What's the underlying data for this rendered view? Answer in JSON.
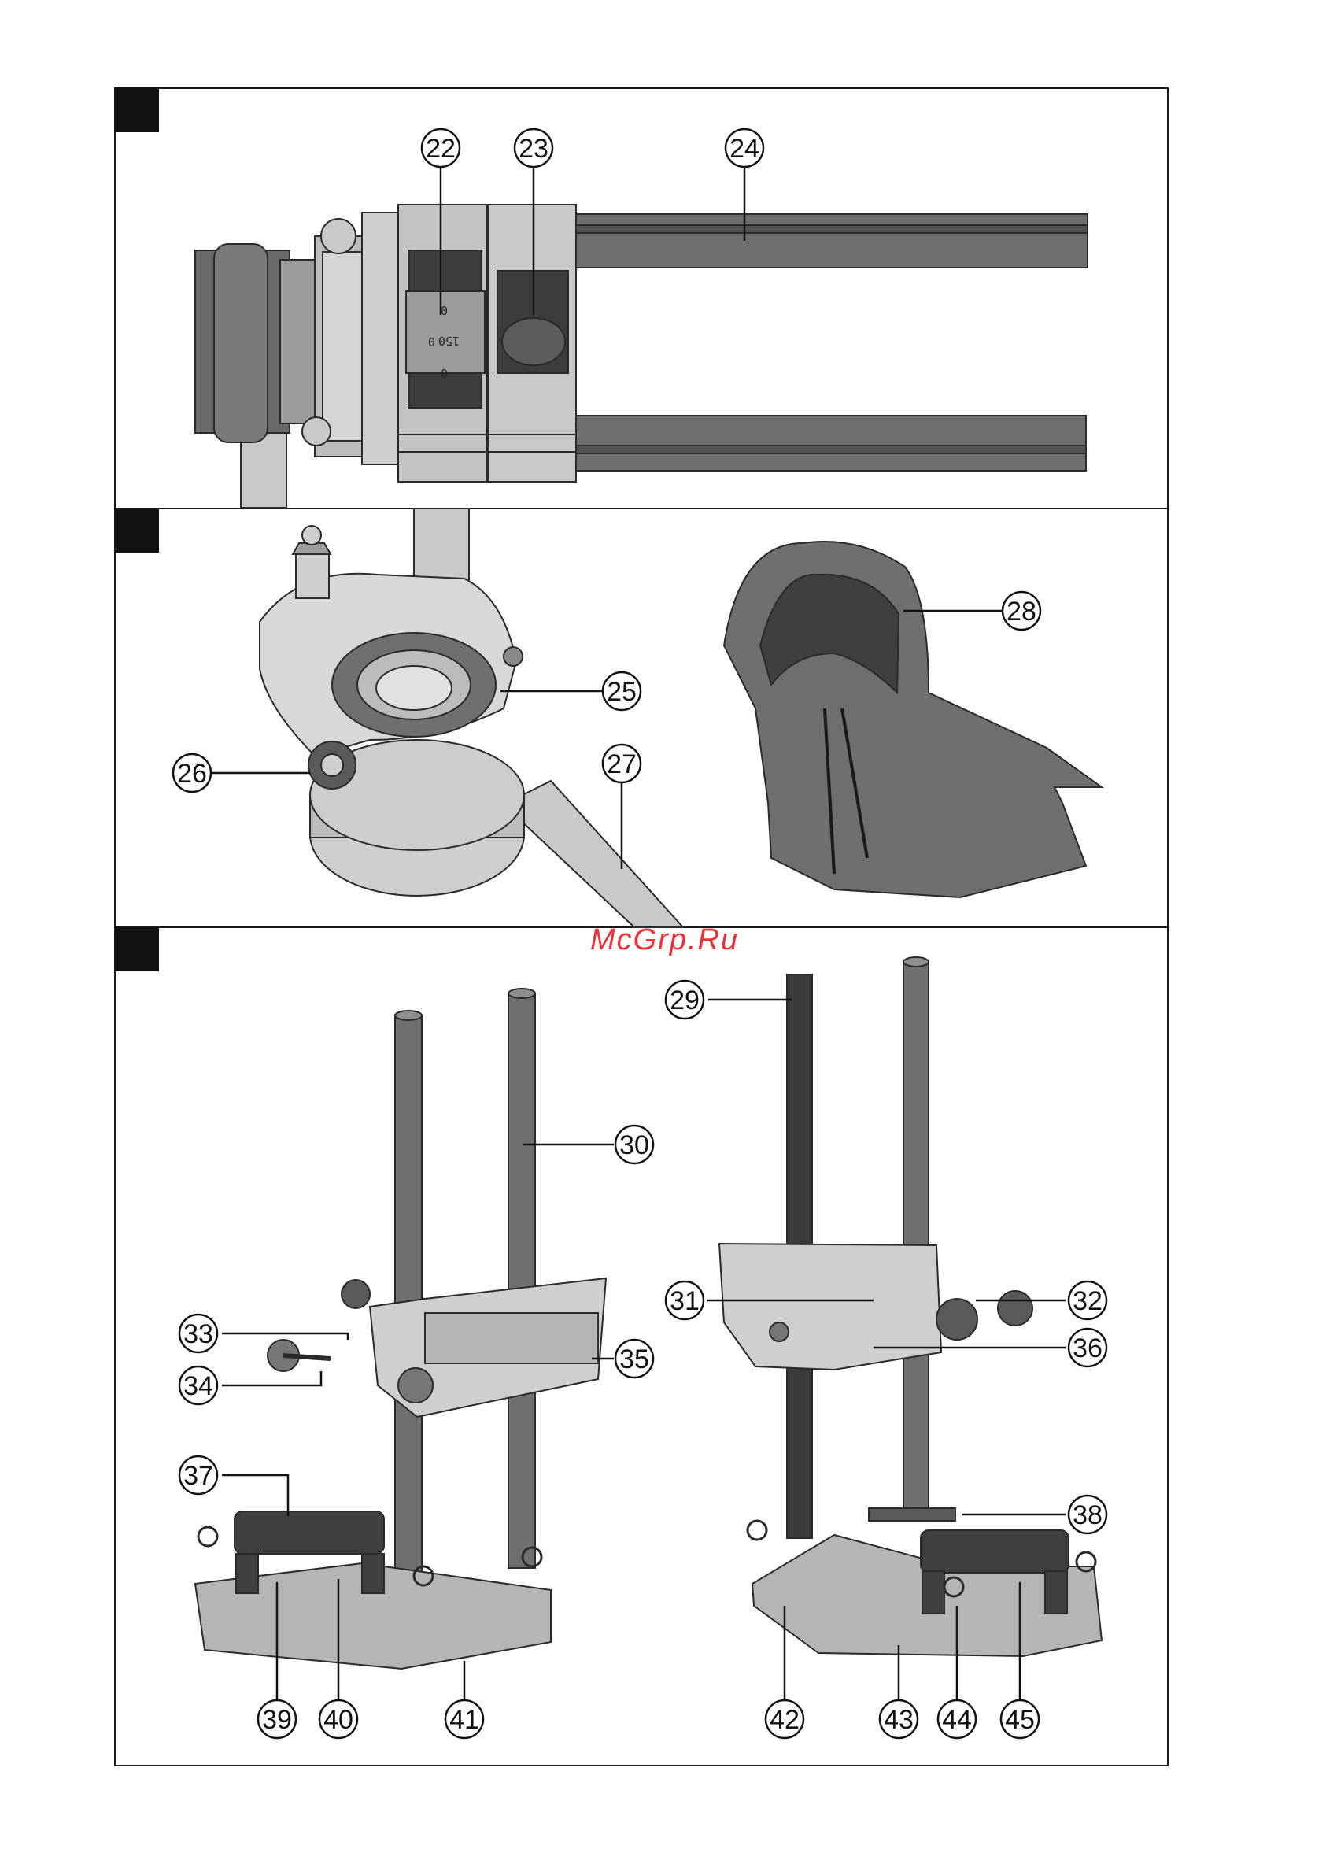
{
  "watermark": "McGrp.Ru",
  "panels": [
    {
      "id": "panel-1",
      "callouts": [
        "22",
        "23",
        "24"
      ],
      "etched_marks": [
        "150",
        "0",
        "0",
        "0"
      ]
    },
    {
      "id": "panel-2",
      "callouts": [
        "25",
        "26",
        "27",
        "28"
      ]
    },
    {
      "id": "panel-3",
      "callouts": [
        "29",
        "30",
        "31",
        "32",
        "33",
        "34",
        "35",
        "36",
        "37",
        "38",
        "39",
        "40",
        "41",
        "42",
        "43",
        "44",
        "45"
      ]
    }
  ],
  "colors": {
    "frame": "#1a1a1a",
    "part_light": "#c9c9c9",
    "part_mid": "#a9a9a9",
    "part_dark": "#6f6f6f",
    "part_black": "#3a3a3a",
    "watermark": "#e8343a"
  }
}
